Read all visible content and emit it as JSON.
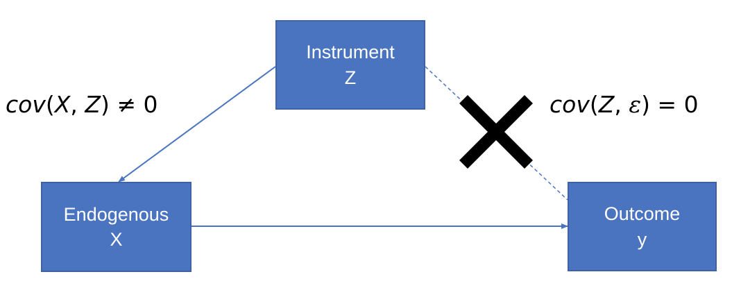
{
  "nodes": {
    "instrument": {
      "line1": "Instrument",
      "line2": "Z"
    },
    "endogenous": {
      "line1": "Endogenous",
      "line2": "X"
    },
    "outcome": {
      "line1": "Outcome",
      "line2": "y"
    }
  },
  "formulas": {
    "left": {
      "fn": "cov",
      "open": "(",
      "a": "X",
      "sep": ", ",
      "b": "Z",
      "close": ")",
      "rel": " ≠ ",
      "rhs": "0"
    },
    "right": {
      "fn": "cov",
      "open": "(",
      "a": "Z",
      "sep": ", ",
      "b": "ε",
      "close": ")",
      "rel": " = ",
      "rhs": "0"
    }
  },
  "edges": [
    {
      "from": "Instrument Z",
      "to": "Endogenous X",
      "style": "solid"
    },
    {
      "from": "Endogenous X",
      "to": "Outcome y",
      "style": "solid"
    },
    {
      "from": "Instrument Z",
      "to": "Outcome y",
      "style": "dashed",
      "crossed_out": true
    }
  ],
  "colors": {
    "node_fill": "#4a74c0",
    "node_border": "#3d63a6",
    "edge": "#4a74c0",
    "node_text": "#ffffff",
    "cross": "#000000"
  }
}
